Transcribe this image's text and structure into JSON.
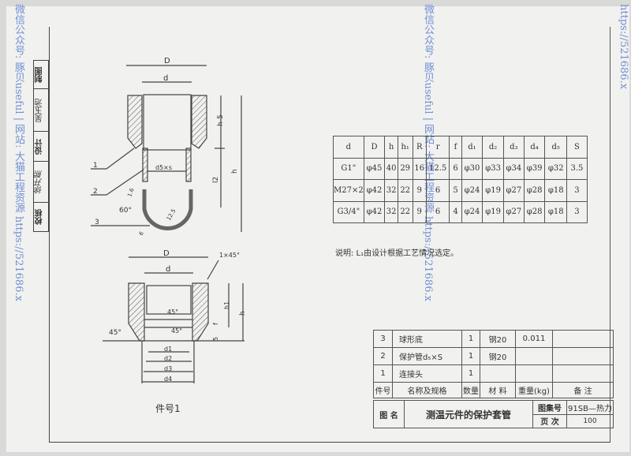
{
  "watermarks": [
    "微信公众号: 豚贝useful | 网站: 大猫工程资源 https://521686.x",
    "微信公众号: 豚贝useful | 网站: 大猫工程资源 https://521686.x",
    "https://521686.x"
  ],
  "signature_strip": [
    "制图",
    "吴玉池",
    "设计",
    "徐开熙",
    "校核"
  ],
  "drawing_top": {
    "labels": {
      "D": "D",
      "d": "d",
      "h5": "h-5",
      "h": "h",
      "l2": "l2",
      "ds": "d5×s",
      "callout1": "1",
      "callout2": "2",
      "callout3": "3",
      "angle60": "60°",
      "weld16": "1.6",
      "weld125": "12.5",
      "weld6": "6"
    }
  },
  "drawing_part1": {
    "labels": {
      "D": "D",
      "d": "d",
      "chamfer": "1×45°",
      "h1": "h1",
      "h": "h",
      "f": "f",
      "five": "5",
      "ang45a": "45°",
      "ang45b": "45°",
      "ang45c": "45°",
      "d1": "d1",
      "d2": "d2",
      "d3": "d3",
      "d4": "d4"
    },
    "caption": "件号1"
  },
  "param_table": {
    "headers": [
      "d",
      "D",
      "h",
      "h₁",
      "R",
      "r",
      "f",
      "d₁",
      "d₂",
      "d₃",
      "d₄",
      "d₅",
      "S"
    ],
    "rows": [
      [
        "G1\"",
        "φ45",
        "40",
        "29",
        "16",
        "12.5",
        "6",
        "φ30",
        "φ33",
        "φ34",
        "φ39",
        "φ32",
        "3.5"
      ],
      [
        "M27×2",
        "φ42",
        "32",
        "22",
        "9",
        "6",
        "5",
        "φ24",
        "φ19",
        "φ27",
        "φ28",
        "φ18",
        "3"
      ],
      [
        "G3/4\"",
        "φ42",
        "32",
        "22",
        "9",
        "6",
        "4",
        "φ24",
        "φ19",
        "φ27",
        "φ28",
        "φ18",
        "3"
      ]
    ]
  },
  "note": "说明: L₁由设计根据工艺情况选定。",
  "bom": {
    "rows": [
      [
        "3",
        "球形底",
        "1",
        "钢20",
        "0.011",
        ""
      ],
      [
        "2",
        "保护管d₅×S",
        "1",
        "钢20",
        "",
        ""
      ],
      [
        "1",
        "连接头",
        "1",
        "",
        "",
        ""
      ]
    ],
    "headers": [
      "件号",
      "名称及规格",
      "数量",
      "材 料",
      "重量(kg)",
      "备 注"
    ],
    "title_label": "图 名",
    "title": "测温元件的保护套管",
    "atlas_label": "图集号",
    "atlas_no": "91SB—热力",
    "page_label": "页 次",
    "page_no": "100"
  }
}
